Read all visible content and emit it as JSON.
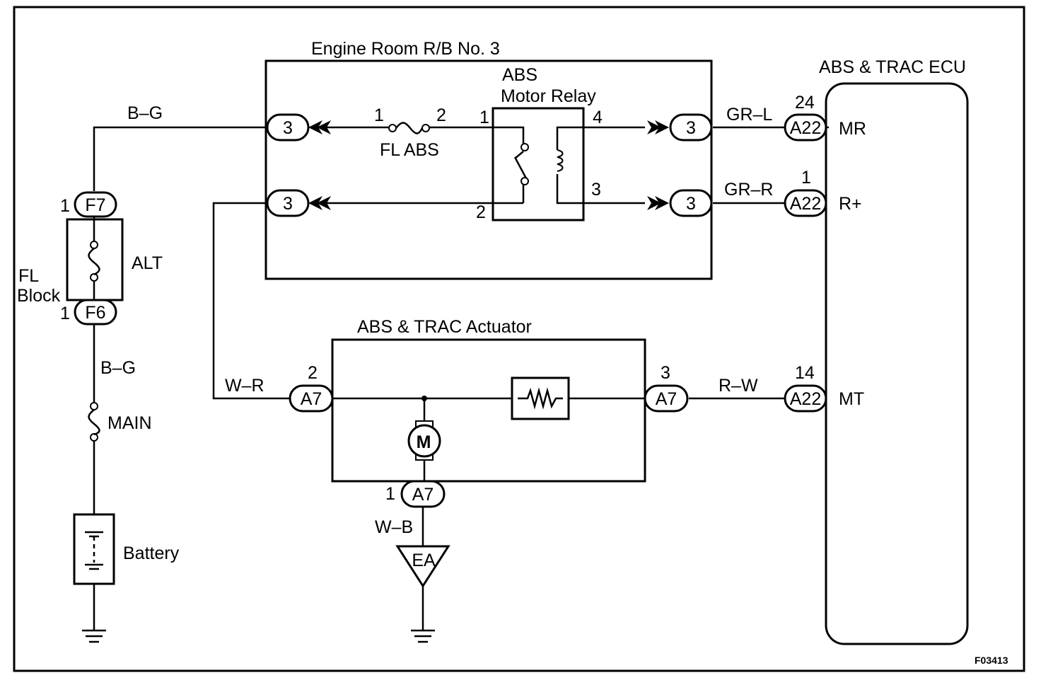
{
  "labels": {
    "engine_room_rb": "Engine Room R/B No. 3",
    "abs_trac_ecu": "ABS & TRAC ECU",
    "relay_line1": "ABS",
    "relay_line2": "Motor Relay",
    "fuse_fl_abs": "FL ABS",
    "alt": "ALT",
    "fl_line1": "FL",
    "fl_line2": "Block",
    "main": "MAIN",
    "battery": "Battery",
    "actuator": "ABS & TRAC Actuator",
    "motor": "M",
    "ground_ea": "EA",
    "figure_code": "F03413"
  },
  "wires": {
    "bg_top": "B–G",
    "bg_bottom": "B–G",
    "gr_l": "GR–L",
    "gr_r": "GR–R",
    "w_r": "W–R",
    "r_w": "R–W",
    "w_b": "W–B"
  },
  "connectors": {
    "rb_top_left": "3",
    "rb_bottom_left": "3",
    "rb_top_right": "3",
    "rb_bottom_right": "3",
    "f7": "F7",
    "f6": "F6",
    "a22_mr": "A22",
    "a22_rplus": "A22",
    "a22_mt": "A22",
    "a7_left": "A7",
    "a7_right": "A7",
    "a7_bottom": "A7"
  },
  "pins": {
    "fuse_in": "1",
    "fuse_out": "2",
    "relay_1": "1",
    "relay_2": "2",
    "relay_3": "3",
    "relay_4": "4",
    "f7_pin": "1",
    "f6_pin": "1",
    "a22_mr_pin": "24",
    "a22_rplus_pin": "1",
    "a22_mt_pin": "14",
    "a7_left_pin": "2",
    "a7_right_pin": "3",
    "a7_bottom_pin": "1"
  },
  "ecu_terminals": {
    "mr": "MR",
    "r_plus": "R+",
    "mt": "MT"
  }
}
